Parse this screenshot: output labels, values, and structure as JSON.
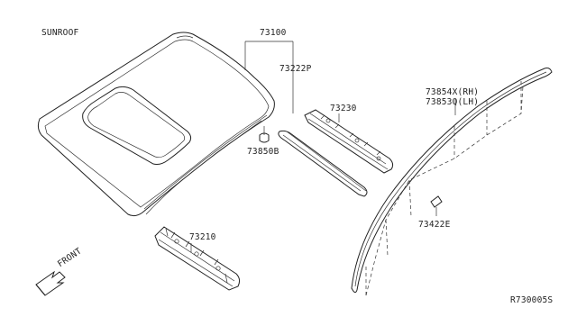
{
  "title": "SUNROOF",
  "parts": {
    "roof_panel": "73100",
    "roof_molding_rh": "73222P",
    "rear_rail": "73230",
    "clip": "73850B",
    "front_rail": "73210",
    "drip_molding_rh": "73854X(RH)",
    "drip_molding_lh": "73853Q(LH)",
    "molding_clip": "73422E"
  },
  "front_label": "FRONT",
  "diagram_code": "R730005S"
}
